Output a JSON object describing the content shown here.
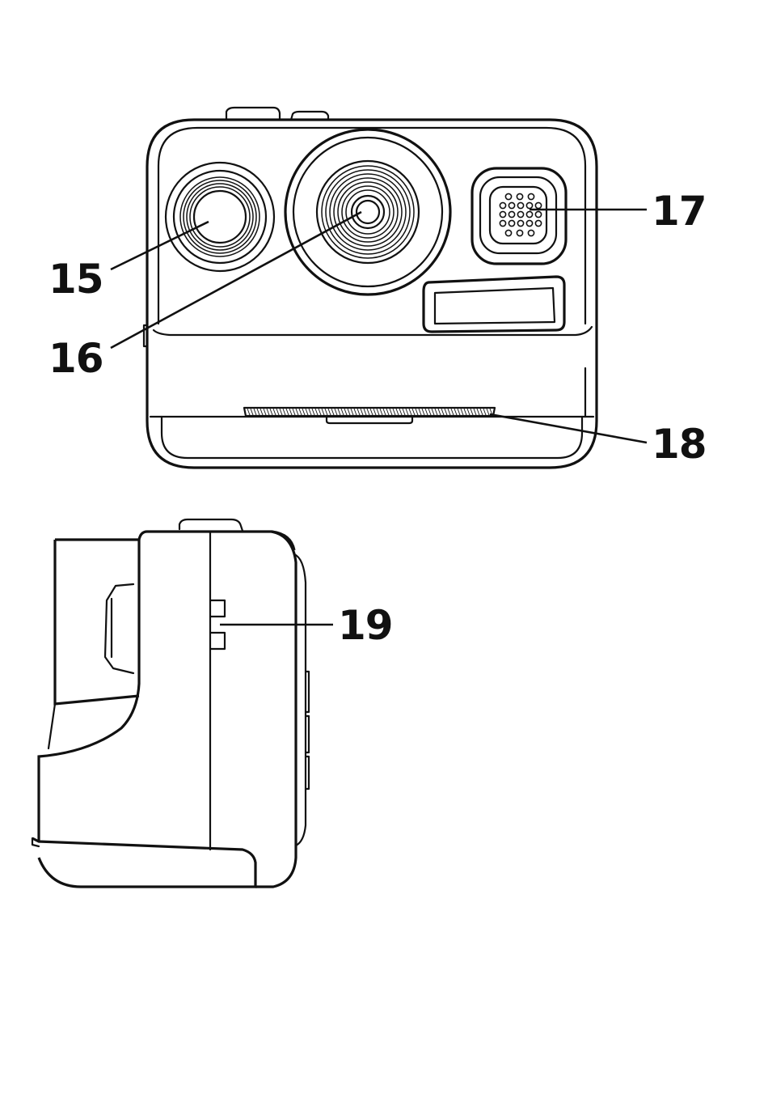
{
  "figures": {
    "front_view": {
      "callouts": [
        {
          "id": "15",
          "label": "15",
          "part": "flash-icon"
        },
        {
          "id": "16",
          "label": "16",
          "part": "lens-icon"
        },
        {
          "id": "17",
          "label": "17",
          "part": "speaker-icon"
        },
        {
          "id": "18",
          "label": "18",
          "part": "paper-slot-icon"
        }
      ]
    },
    "side_view": {
      "callouts": [
        {
          "id": "19",
          "label": "19",
          "part": "lanyard-hole-icon"
        }
      ]
    }
  },
  "colors": {
    "stroke": "#111111",
    "background": "#ffffff"
  }
}
